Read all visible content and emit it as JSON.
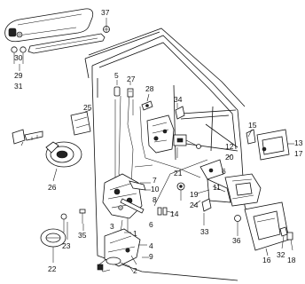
{
  "callouts": {
    "c1": "1",
    "c2": "2",
    "c3": "3",
    "c4": "4",
    "c5": "5",
    "c6a": "6",
    "c6b": "6",
    "c7": "7",
    "c8": "8",
    "c9": "9",
    "c10": "10",
    "c11": "11",
    "c12": "12",
    "c13": "13",
    "c14": "14",
    "c15": "15",
    "c16": "16",
    "c17": "17",
    "c18": "18",
    "c19": "19",
    "c20": "20",
    "c21": "21",
    "c22": "22",
    "c23": "23",
    "c24": "24",
    "c25": "25",
    "c26": "26",
    "c27": "27",
    "c28": "28",
    "c29": "29",
    "c30": "30",
    "c31": "31",
    "c32": "32",
    "c33": "33",
    "c34": "34",
    "c35": "35",
    "c36": "36",
    "c37": "37"
  }
}
